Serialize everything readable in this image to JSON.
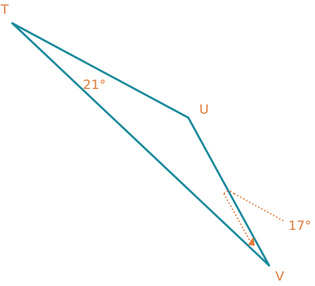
{
  "diagram": {
    "colors": {
      "triangle": "#1b8a9c",
      "annotation": "#e07b39",
      "background": "#ffffff"
    },
    "vertices": {
      "T": "T",
      "U": "U",
      "V": "V"
    },
    "angles": {
      "at_T": "21°",
      "at_V": "17°"
    }
  }
}
